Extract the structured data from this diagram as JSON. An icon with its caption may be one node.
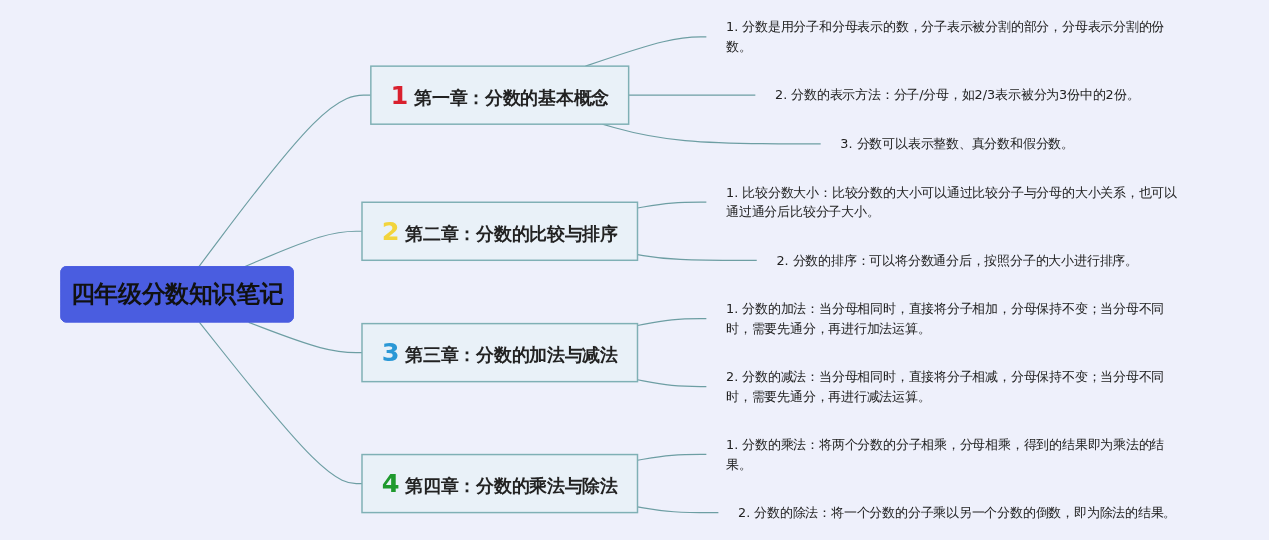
{
  "diagram": {
    "nodes": [
      {
        "text": [
          "四年级分数知识笔记"
        ]
      },
      {
        "text": [
          "1",
          "第一章：分数的基本概念"
        ]
      },
      {
        "text": [
          "1. 分数是用分子和分母表示的数，分子表示被分割的部分，分母表示分割的份数。"
        ]
      },
      {
        "text": [
          "2. 分数的表示方法：分子/分母，如2/3表示被分为3份中的2份。"
        ]
      },
      {
        "text": [
          "3. 分数可以表示整数、真分数和假分数。"
        ]
      },
      {
        "text": [
          "2",
          "第二章：分数的比较与排序"
        ]
      },
      {
        "text": [
          "1. 比较分数大小：比较分数的大小可以通过比较分子与分母的大小关系，也可以通过通分后比较分子大小。"
        ]
      },
      {
        "text": [
          "2. 分数的排序：可以将分数通分后，按照分子的大小进行排序。"
        ]
      },
      {
        "text": [
          "3",
          "第三章：分数的加法与减法"
        ]
      },
      {
        "text": [
          "1. 分数的加法：当分母相同时，直接将分子相加，分母保持不变；当分母不同时，需要先通分，再进行加法运算。"
        ]
      },
      {
        "text": [
          "2. 分数的减法：当分母相同时，直接将分子相减，分母保持不变；当分母不同时，需要先通分，再进行减法运算。"
        ]
      },
      {
        "text": [
          "4",
          "第四章：分数的乘法与除法"
        ]
      },
      {
        "text": [
          "1. 分数的乘法：将两个分数的分子相乘，分母相乘，得到的结果即为乘法的结果。"
        ]
      },
      {
        "text": [
          "2. 分数的除法：将一个分数的分子乘以另一个分数的倒数，即为除法的结果。"
        ]
      }
    ],
    "edges": [
      {
        "from": 0,
        "to": 1,
        "arrow": "none"
      },
      {
        "from": 1,
        "to": 2,
        "arrow": "none"
      },
      {
        "from": 1,
        "to": 3,
        "arrow": "none"
      },
      {
        "from": 1,
        "to": 4,
        "arrow": "none"
      },
      {
        "from": 0,
        "to": 5,
        "arrow": "none"
      },
      {
        "from": 5,
        "to": 6,
        "arrow": "none"
      },
      {
        "from": 5,
        "to": 7,
        "arrow": "none"
      },
      {
        "from": 0,
        "to": 8,
        "arrow": "none"
      },
      {
        "from": 8,
        "to": 9,
        "arrow": "none"
      },
      {
        "from": 8,
        "to": 10,
        "arrow": "none"
      },
      {
        "from": 0,
        "to": 11,
        "arrow": "none"
      },
      {
        "from": 11,
        "to": 12,
        "arrow": "none"
      },
      {
        "from": 11,
        "to": 13,
        "arrow": "none"
      }
    ]
  }
}
